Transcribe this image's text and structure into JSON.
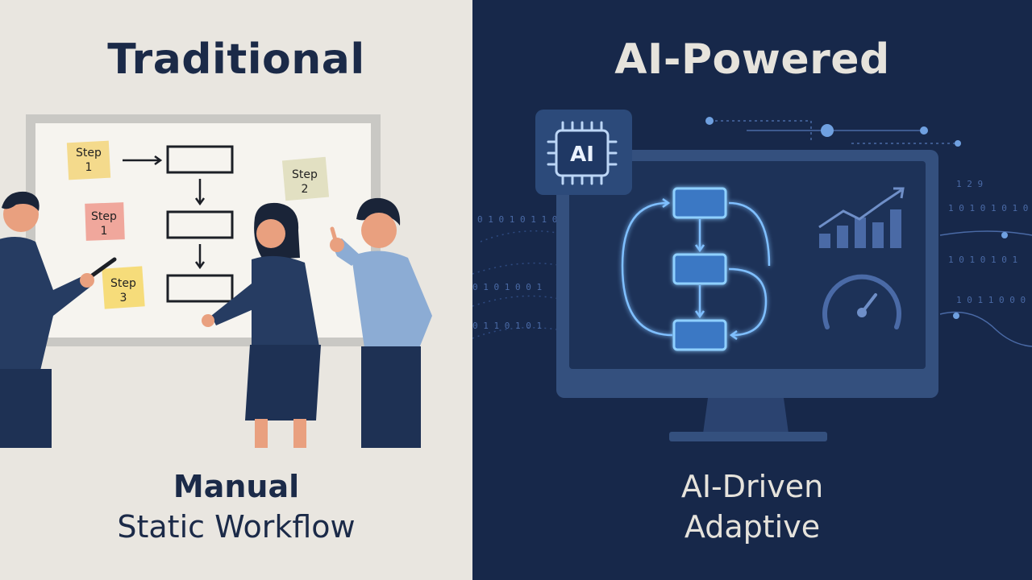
{
  "left": {
    "title": "Traditional",
    "caption_line1": "Manual",
    "caption_line2": "Static Workflow",
    "notes": [
      {
        "line1": "Step",
        "line2": "1"
      },
      {
        "line1": "Step",
        "line2": "1"
      },
      {
        "line1": "Step",
        "line2": "3"
      },
      {
        "line1": "Step",
        "line2": "2"
      }
    ]
  },
  "right": {
    "title": "AI-Powered",
    "caption_line1": "AI-Driven",
    "caption_line2": "Adaptive",
    "chip_label": "AI"
  },
  "colors": {
    "left_bg": "#e9e6e0",
    "right_bg": "#17284a",
    "navy": "#1b2a48",
    "glow_blue": "#6fb8ff"
  }
}
